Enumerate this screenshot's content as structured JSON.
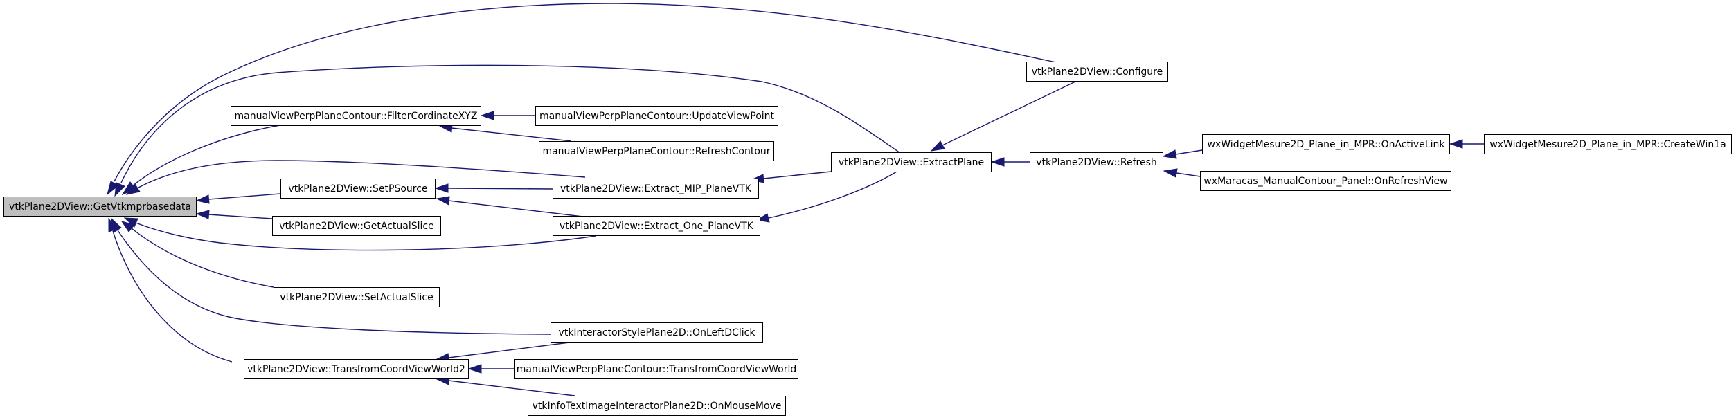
{
  "nodes": {
    "root": "vtkPlane2DView::GetVtkmprbasedata",
    "filter_coord": "manualViewPerpPlaneContour::FilterCordinateXYZ",
    "set_psource": "vtkPlane2DView::SetPSource",
    "get_actual_slice": "vtkPlane2DView::GetActualSlice",
    "set_actual_slice": "vtkPlane2DView::SetActualSlice",
    "transform_coord": "vtkPlane2DView::TransfromCoordViewWorld2",
    "update_viewpoint": "manualViewPerpPlaneContour::UpdateViewPoint",
    "refresh_contour": "manualViewPerpPlaneContour::RefreshContour",
    "extract_mip": "vtkPlane2DView::Extract_MIP_PlaneVTK",
    "extract_one": "vtkPlane2DView::Extract_One_PlaneVTK",
    "on_left_dclick": "vtkInteractorStylePlane2D::OnLeftDClick",
    "transform_coord_world": "manualViewPerpPlaneContour::TransfromCoordViewWorld",
    "on_mouse_move": "vtkInfoTextImageInteractorPlane2D::OnMouseMove",
    "extract_plane": "vtkPlane2DView::ExtractPlane",
    "configure": "vtkPlane2DView::Configure",
    "refresh": "vtkPlane2DView::Refresh",
    "on_active_link": "wxWidgetMesure2D_Plane_in_MPR::OnActiveLink",
    "on_refresh_view": "wxMaracas_ManualContour_Panel::OnRefreshView",
    "create_win1a": "wxWidgetMesure2D_Plane_in_MPR::CreateWin1a"
  },
  "colors": {
    "edge": "#191970",
    "root_fill": "#bfbfbf",
    "node_fill": "#ffffff",
    "border": "#000000"
  }
}
